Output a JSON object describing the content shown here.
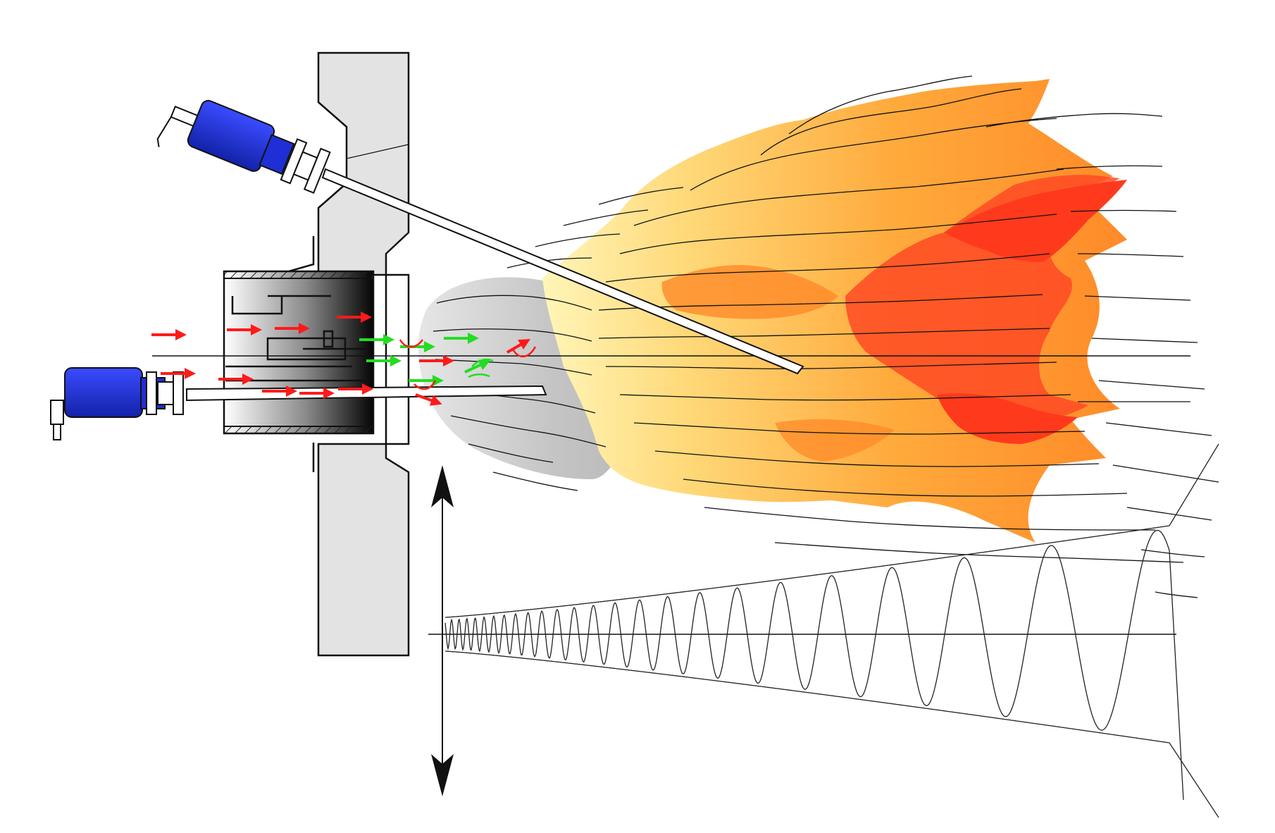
{
  "diagram": {
    "title": "",
    "colors": {
      "flame_red": "#ff2a1a",
      "flame_orange": "#ff9a30",
      "flame_yellow": "#ffe890",
      "smoke_gray": "#bdbdbd",
      "air_arrow": "#ff1a1a",
      "fuel_arrow": "#22dd22",
      "sensor_body": "#1f2fd6",
      "wall_fill": "#e3e3e3"
    },
    "components": [
      {
        "name": "burner-wall",
        "icon": "wall-icon"
      },
      {
        "name": "burner-register",
        "icon": "register-icon"
      },
      {
        "name": "upper-flame-sensor",
        "icon": "sensor-icon"
      },
      {
        "name": "lower-flame-sensor",
        "icon": "sensor-icon"
      },
      {
        "name": "flame",
        "icon": "flame-icon"
      },
      {
        "name": "oscillation-signal",
        "icon": "waveform-icon"
      },
      {
        "name": "amplitude-arrow",
        "icon": "double-arrow-icon"
      }
    ]
  }
}
